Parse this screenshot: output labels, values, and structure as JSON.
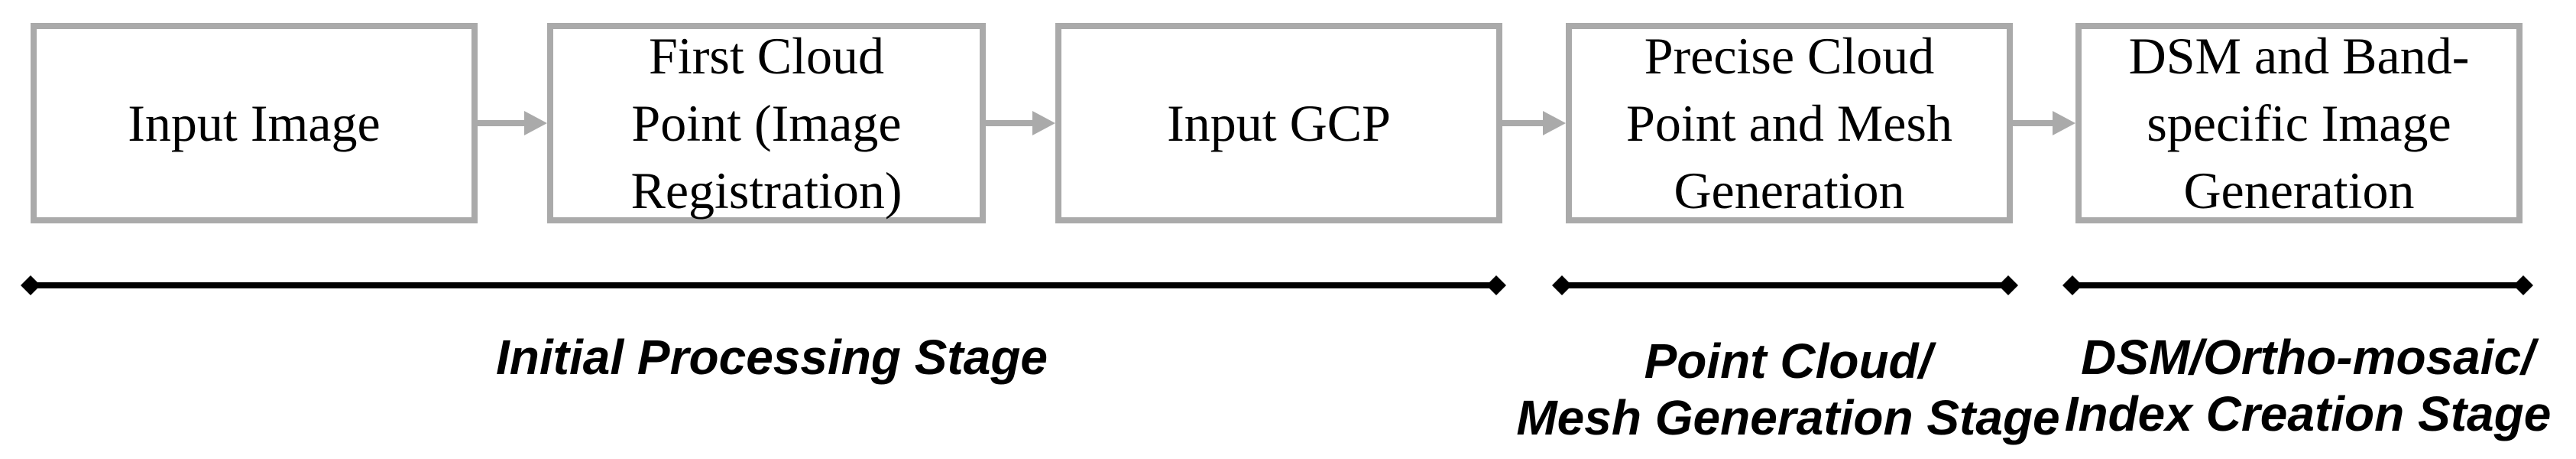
{
  "colors": {
    "box_border": "#aaaaaa",
    "arrow": "#aaaaaa",
    "stage_line": "#000000",
    "text": "#000000",
    "background": "#ffffff"
  },
  "steps": [
    {
      "label": "Input Image"
    },
    {
      "label": "First Cloud\nPoint (Image\nRegistration)"
    },
    {
      "label": "Input GCP"
    },
    {
      "label": "Precise Cloud\nPoint and Mesh\nGeneration"
    },
    {
      "label": "DSM and Band-\nspecific Image\nGeneration"
    }
  ],
  "stages": [
    {
      "label": "Initial Processing Stage"
    },
    {
      "label": "Point Cloud/\nMesh Generation Stage"
    },
    {
      "label": "DSM/Ortho-mosaic/\nIndex Creation Stage"
    }
  ]
}
